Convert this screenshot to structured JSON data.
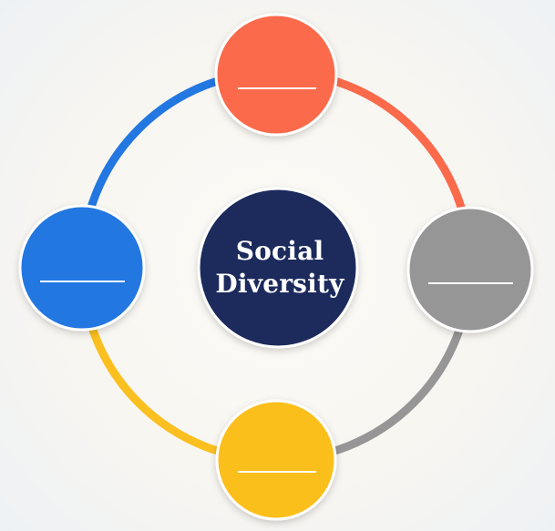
{
  "center": {
    "line1": "Social",
    "line2": "Diversity",
    "color": "#1b2a5c"
  },
  "nodes": [
    {
      "name": "top",
      "color": "#fb6a4b",
      "label": ""
    },
    {
      "name": "right",
      "color": "#969696",
      "label": ""
    },
    {
      "name": "bottom",
      "color": "#fbbf1f",
      "label": ""
    },
    {
      "name": "left",
      "color": "#2277e1",
      "label": ""
    }
  ],
  "arc_colors": {
    "top_right": "#fb6a4b",
    "right_bottom": "#969696",
    "bottom_left": "#fbbf1f",
    "left_top": "#2277e1"
  }
}
